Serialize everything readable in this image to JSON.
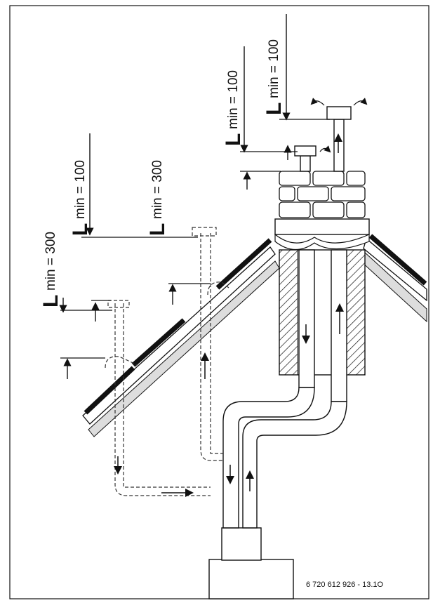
{
  "labels": [
    {
      "id": "l1",
      "symbol": "L",
      "text": "min = 300"
    },
    {
      "id": "l2",
      "symbol": "L",
      "text": "min = 100"
    },
    {
      "id": "l3",
      "symbol": "L",
      "text": "min = 300"
    },
    {
      "id": "l4",
      "symbol": "L",
      "text": "min = 100"
    },
    {
      "id": "l5",
      "symbol": "L",
      "text": "min = 100"
    }
  ],
  "figure_ref": "6 720 612 926 - 13.1O"
}
